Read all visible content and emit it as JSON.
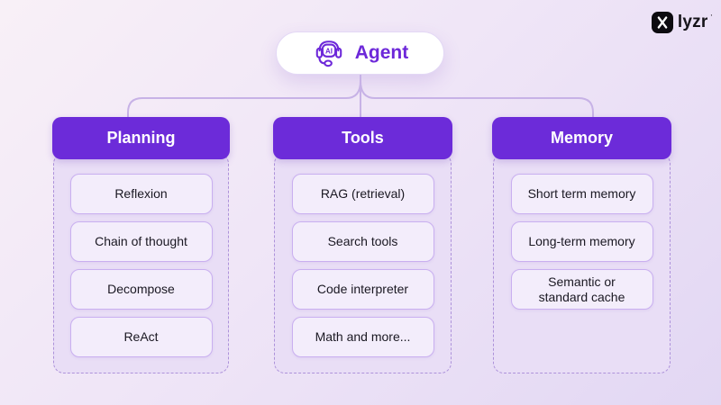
{
  "brand": {
    "wordmark": "lyzr",
    "trademark": "'"
  },
  "root": {
    "label": "Agent",
    "icon": "ai-headset-icon"
  },
  "columns": [
    {
      "id": "planning",
      "title": "Planning",
      "items": [
        "Reflexion",
        "Chain of thought",
        "Decompose",
        "ReAct"
      ]
    },
    {
      "id": "tools",
      "title": "Tools",
      "items": [
        "RAG (retrieval)",
        "Search tools",
        "Code interpreter",
        "Math and more..."
      ]
    },
    {
      "id": "memory",
      "title": "Memory",
      "items": [
        "Short term memory",
        "Long-term memory",
        "Semantic or\nstandard cache"
      ]
    }
  ],
  "colors": {
    "bg_from": "#f8f0f7",
    "bg_mid": "#efe5f7",
    "bg_to": "#e2d7f3",
    "accent": "#6c2bd9",
    "header_text": "#ffffff",
    "agent_text": "#6d28d9",
    "line": "#c7b2e6",
    "panel_border": "#ad92da",
    "panel_bg": "#e9def6",
    "item_border": "#c9aff0",
    "item_bg": "#f3edfb",
    "item_text": "#1a1822",
    "pill_border": "#e3d8f5",
    "pill_bg": "#ffffff",
    "logo_bg": "#0d0b10",
    "logo_text": "#16141a"
  }
}
